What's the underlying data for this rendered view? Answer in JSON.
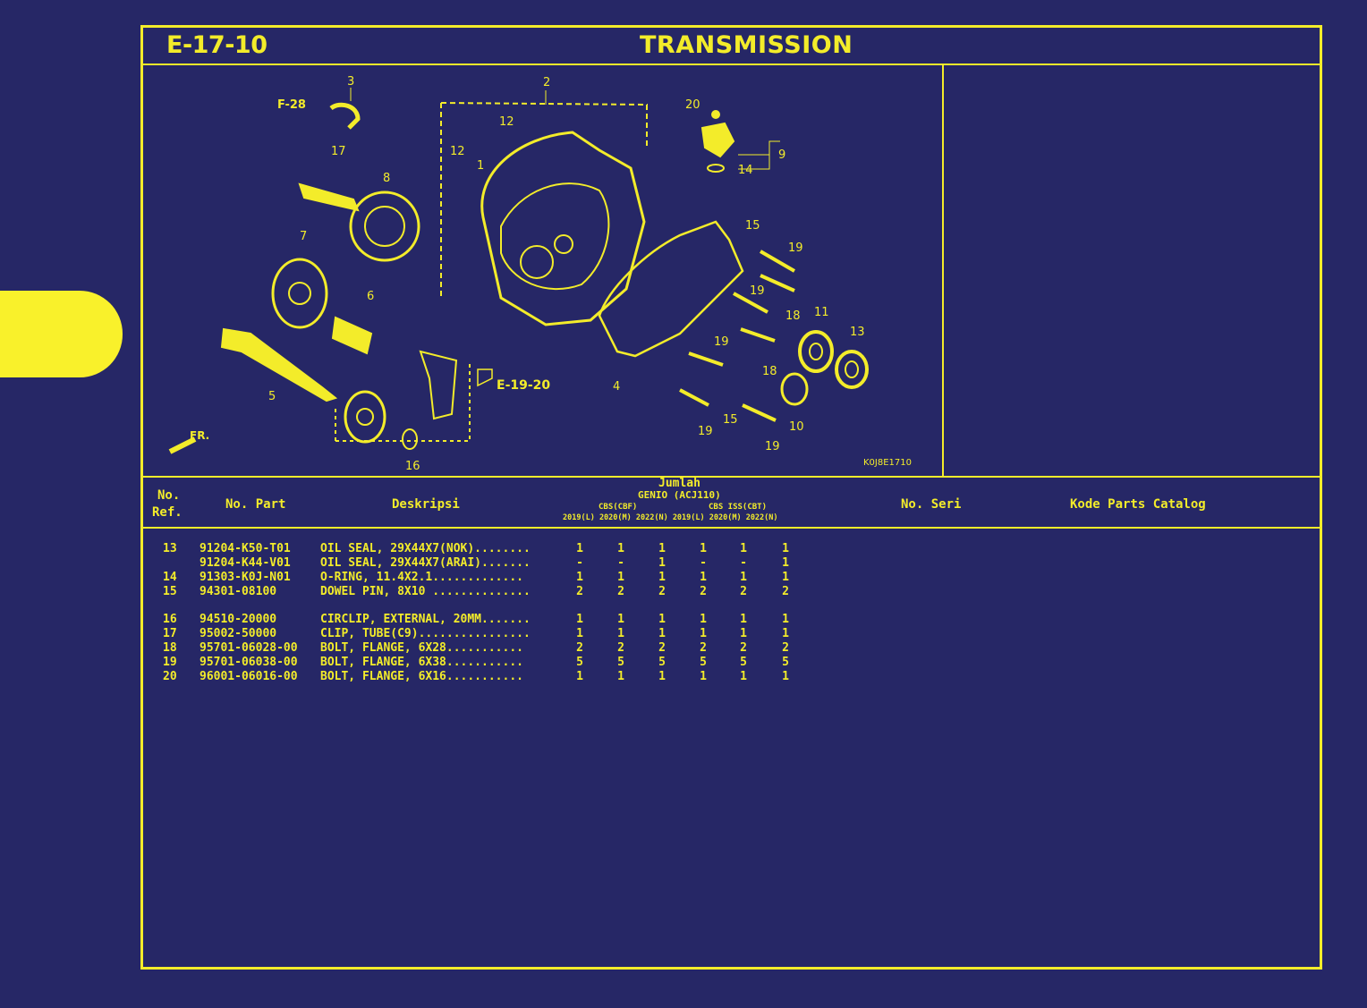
{
  "header": {
    "code": "E-17-10",
    "title": "TRANSMISSION"
  },
  "diagram": {
    "code": "K0J8E1710",
    "refs": {
      "f28": "F-28",
      "e1920": "E-19-20",
      "fr": "FR."
    }
  },
  "table": {
    "col_ref": [
      "No.",
      "Ref."
    ],
    "col_part": "No. Part",
    "col_desc": "Deskripsi",
    "col_qty_title": "Jumlah",
    "col_qty_model": "GENIO (ACJ110)",
    "col_qty_group1": "CBS(CBF)",
    "col_qty_group2": "CBS ISS(CBT)",
    "col_qty_years": "2019(L) 2020(M) 2022(N) 2019(L) 2020(M) 2022(N)",
    "col_serial": "No. Seri",
    "col_catalog": "Kode Parts Catalog",
    "rows": [
      {
        "ref": "13",
        "part": "91204-K50-T01",
        "desc": "OIL SEAL, 29X44X7(NOK)........",
        "q": [
          "1",
          "1",
          "1",
          "1",
          "1",
          "1"
        ]
      },
      {
        "ref": "",
        "part": "91204-K44-V01",
        "desc": "OIL SEAL, 29X44X7(ARAI).......",
        "q": [
          "-",
          "-",
          "1",
          "-",
          "-",
          "1"
        ]
      },
      {
        "ref": "14",
        "part": "91303-K0J-N01",
        "desc": "O-RING, 11.4X2.1.............",
        "q": [
          "1",
          "1",
          "1",
          "1",
          "1",
          "1"
        ]
      },
      {
        "ref": "15",
        "part": "94301-08100",
        "desc": "DOWEL PIN, 8X10 ..............",
        "q": [
          "2",
          "2",
          "2",
          "2",
          "2",
          "2"
        ]
      },
      {
        "ref": "16",
        "part": "94510-20000",
        "desc": "CIRCLIP, EXTERNAL, 20MM.......",
        "q": [
          "1",
          "1",
          "1",
          "1",
          "1",
          "1"
        ]
      },
      {
        "ref": "17",
        "part": "95002-50000",
        "desc": "CLIP, TUBE(C9)................",
        "q": [
          "1",
          "1",
          "1",
          "1",
          "1",
          "1"
        ]
      },
      {
        "ref": "18",
        "part": "95701-06028-00",
        "desc": "BOLT, FLANGE, 6X28...........",
        "q": [
          "2",
          "2",
          "2",
          "2",
          "2",
          "2"
        ]
      },
      {
        "ref": "19",
        "part": "95701-06038-00",
        "desc": "BOLT, FLANGE, 6X38...........",
        "q": [
          "5",
          "5",
          "5",
          "5",
          "5",
          "5"
        ]
      },
      {
        "ref": "20",
        "part": "96001-06016-00",
        "desc": "BOLT, FLANGE, 6X16...........",
        "q": [
          "1",
          "1",
          "1",
          "1",
          "1",
          "1"
        ]
      }
    ]
  },
  "colors": {
    "background": "#262766",
    "accent": "#f3ec2a"
  }
}
